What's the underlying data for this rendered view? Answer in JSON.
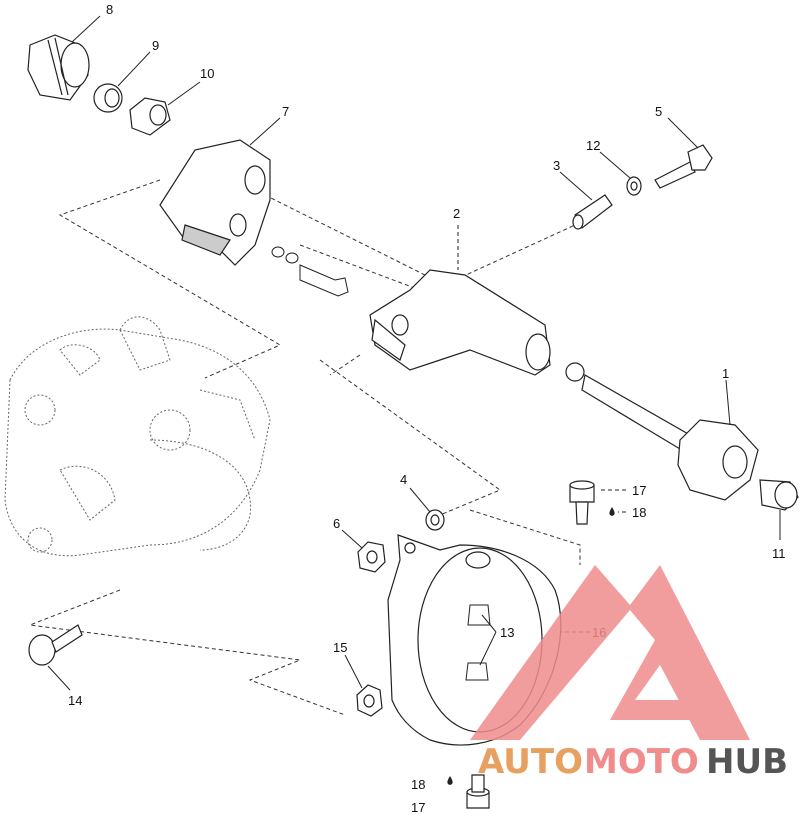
{
  "callouts": {
    "n1": "1",
    "n2": "2",
    "n3": "3",
    "n4": "4",
    "n5": "5",
    "n6": "6",
    "n7": "7",
    "n8": "8",
    "n9": "9",
    "n10": "10",
    "n11": "11",
    "n12": "12",
    "n13": "13",
    "n14": "14",
    "n15": "15",
    "n16": "16",
    "n17a": "17",
    "n18a": "18",
    "n17b": "17",
    "n18b": "18"
  },
  "watermark": {
    "part1": "AUTO",
    "part2": "MOTO",
    "part3": "HUB",
    "color_primary": "#f08c8c",
    "color_secondary": "#e8a060",
    "color_dark": "#555555"
  }
}
